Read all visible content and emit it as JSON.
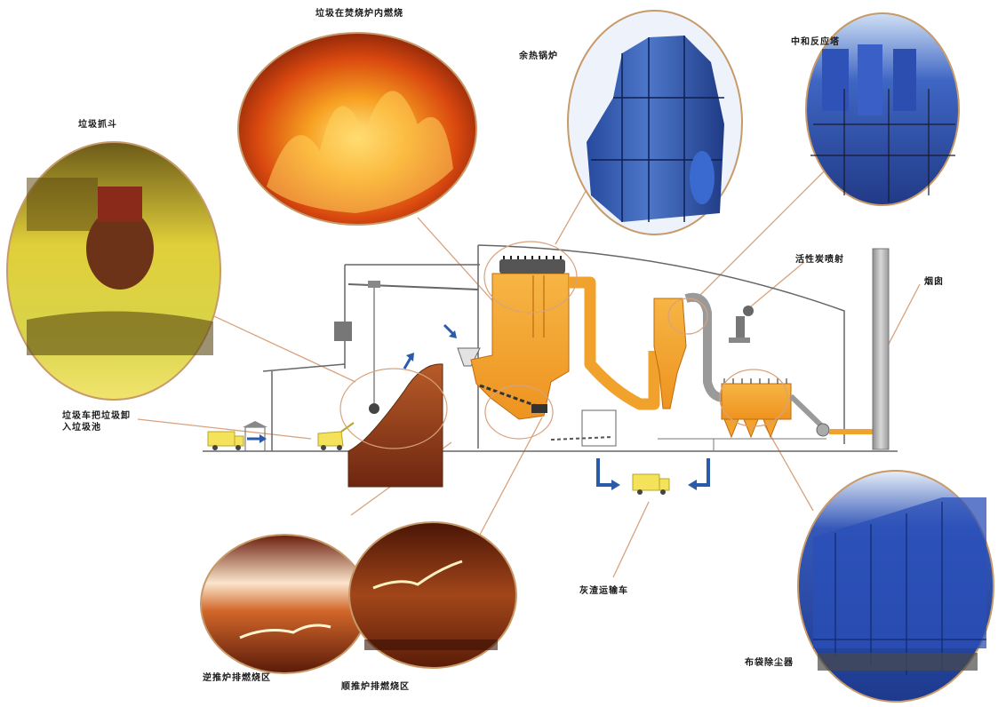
{
  "labels": {
    "grab_bucket": "垃圾抓斗",
    "furnace_burning": "垃圾在焚烧炉内燃烧",
    "waste_heat_boiler": "余热锅炉",
    "neutralization_tower": "中和反应塔",
    "activated_carbon": "活性炭喷射",
    "chimney": "烟囱",
    "truck_unload": "垃圾车把垃圾卸入垃圾池",
    "reverse_grate": "逆推炉排燃烧区",
    "forward_grate": "顺推炉排燃烧区",
    "ash_truck": "灰渣运输车",
    "bag_filter": "布袋除尘器"
  },
  "colors": {
    "furnace_orange": "#f2a32e",
    "flame_red": "#c93412",
    "equipment_blue": "#2c48a8",
    "arrow_blue": "#2a5aa8",
    "truck_yellow": "#f3e25a",
    "leader_line": "#d8a27c",
    "outline_gray": "#666666"
  }
}
